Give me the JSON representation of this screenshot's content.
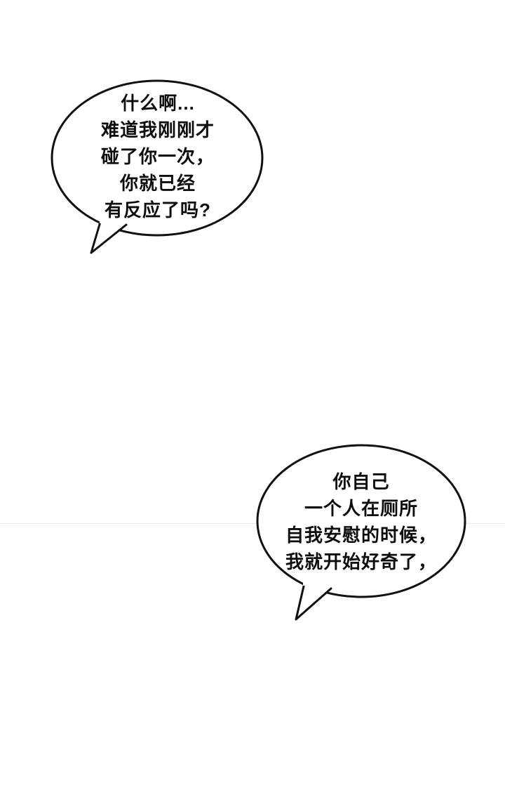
{
  "page": {
    "background": "#ffffff",
    "outline_color": "#111111",
    "text_color": "#0d0d0d"
  },
  "bubbles": [
    {
      "name": "speech-bubble-top-left",
      "lines": [
        "什么啊...",
        "难道我刚刚才",
        "碰了你一次，",
        "你就已经",
        "有反应了吗?"
      ]
    },
    {
      "name": "speech-bubble-bottom-right",
      "lines": [
        "你自己",
        "一个人在厕所",
        "自我安慰的时候，",
        "我就开始好奇了，"
      ]
    }
  ]
}
